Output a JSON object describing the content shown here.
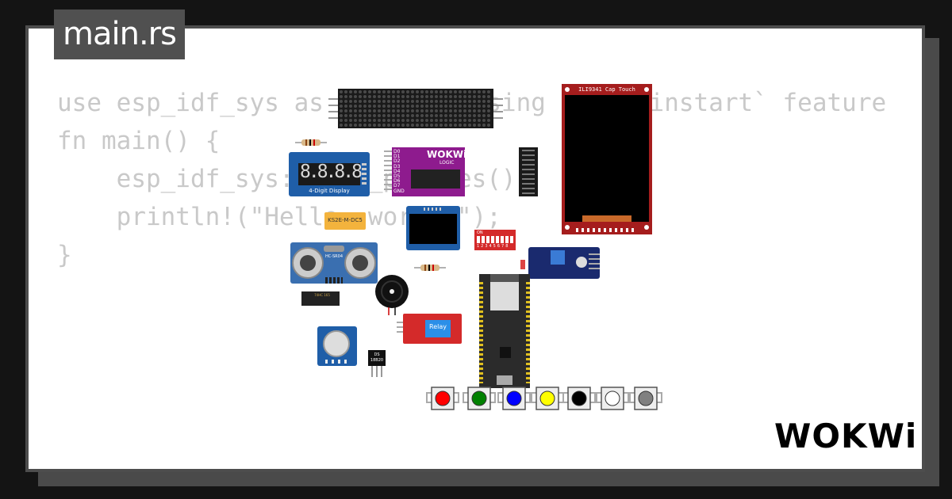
{
  "file_tab": {
    "label": "main.rs"
  },
  "code_lines": [
    "use esp_idf_sys as _; // If using the `binstart` feature",
    "",
    "fn main() {",
    "    esp_idf_sys::link_patches();",
    "    println!(\"Hello, world!\");",
    "}"
  ],
  "brand": {
    "logo_text": "WOKWi"
  },
  "components": {
    "tft_label": "ILI9341 Cap Touch",
    "segment_label": "4-Digit Display",
    "segment_digits": "8.8.8.8",
    "logic_brand": "WOKWi",
    "logic_sub": "LOGIC",
    "logic_pins": [
      "D0",
      "D1",
      "D2",
      "D3",
      "D4",
      "D5",
      "D6",
      "D7",
      "GND"
    ],
    "relay_label": "Relay",
    "ultrasonic_label": "HC-SR04",
    "ds18b20_label": "DS 18B20",
    "dip_label": "ON",
    "dip_numbers": "1 2 3 4 5 6 7 8",
    "ks2e_label": "KS2E-M-DC5",
    "ic_label": "74HC 165"
  },
  "colors": {
    "background": "#141414",
    "card": "#ffffff",
    "tab": "#505050",
    "code_text": "#c9c9c9",
    "buttons": [
      "#ff0000",
      "#008000",
      "#0000ff",
      "#ffff00",
      "#000000",
      "#ffffff",
      "#808080"
    ]
  }
}
